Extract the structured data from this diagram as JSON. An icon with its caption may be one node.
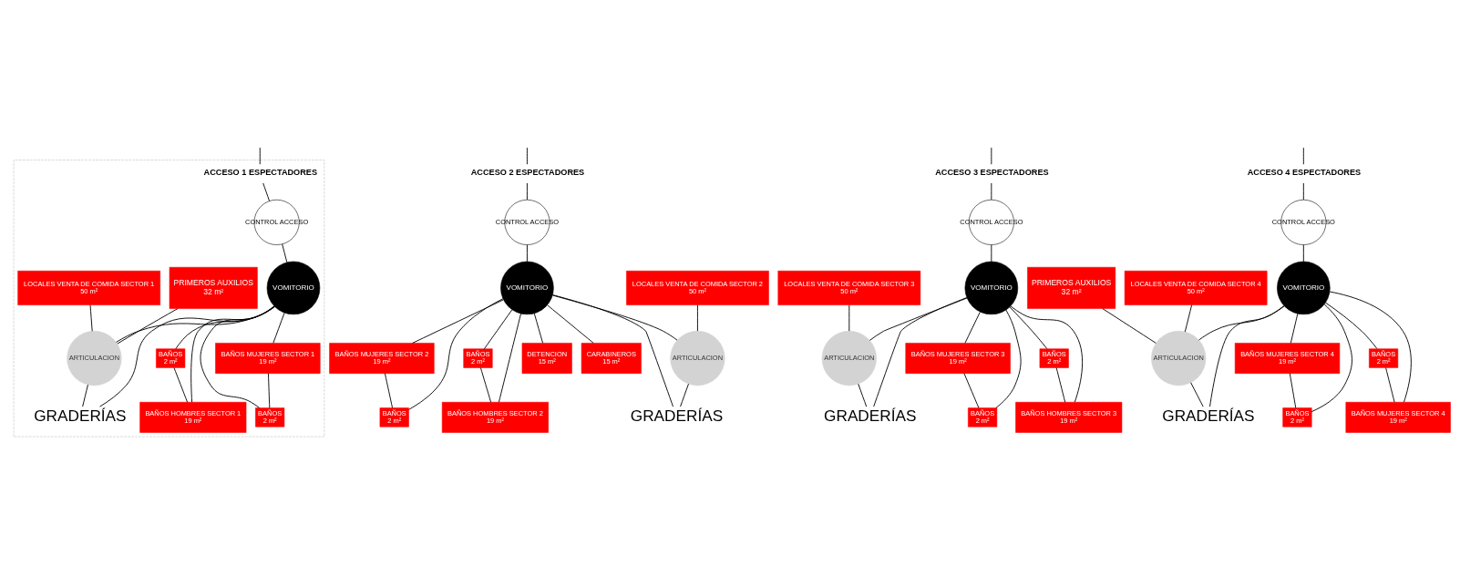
{
  "diagram": {
    "nodes": [
      {
        "text": [],
        "shape": "box"
      },
      {
        "text": [
          "ACCESO 1 ESPECTADORES"
        ],
        "in": 0
      },
      {
        "text": [
          "CONTROL ACCESO"
        ],
        "in": 0
      },
      {
        "text": [
          "PRIMEROS AUXILIOS",
          "32 m²"
        ],
        "in": 0
      },
      {
        "text": [
          "BAÑOS MUJERES SECTOR 1",
          "19 m²"
        ],
        "in": 0
      },
      {
        "text": [
          "BAÑOS",
          "2 m²"
        ],
        "in": 0
      },
      {
        "text": [
          "BAÑOS",
          "2 m²"
        ],
        "in": 0
      },
      {
        "text": [
          "BAÑOS HOMBRES SECTOR 1",
          "19 m²"
        ],
        "in": 0
      },
      {
        "text": [
          "VOMITORIO"
        ],
        "in": 0
      },
      {
        "text": [
          "LOCALES VENTA DE COMIDA SECTOR 1",
          "50 m²"
        ],
        "in": 0
      },
      {
        "text": [
          "ARTICULACION"
        ],
        "in": 0
      },
      {
        "text": [
          "GRADERÍAS"
        ],
        "in": 0
      },
      {
        "text": [
          "ACCESO 2 ESPECTADORES"
        ]
      },
      {
        "text": [
          "CONTROL ACCESO"
        ]
      },
      {
        "text": [
          "BAÑOS MUJERES SECTOR 2",
          "19 m²"
        ]
      },
      {
        "text": [
          "BAÑOS",
          "2 m²"
        ]
      },
      {
        "text": [
          "BAÑOS",
          "2 m²"
        ]
      },
      {
        "text": [
          "BAÑOS HOMBRES SECTOR 2",
          "19 m²"
        ]
      },
      {
        "text": [
          "VOMITORIO"
        ]
      },
      {
        "text": [
          "DETENCION",
          "15 m²"
        ]
      },
      {
        "text": [
          "LOCALES VENTA DE COMIDA SECTOR 2",
          "50 m²"
        ]
      },
      {
        "text": [
          "CARABINEROS",
          "15 m²"
        ]
      },
      {
        "text": [
          "ARTICULACION"
        ]
      },
      {
        "text": [
          "GRADERÍAS"
        ]
      },
      {
        "text": [
          "ACCESO 3 ESPECTADORES"
        ]
      },
      {
        "text": [
          "CONTROL ACCESO"
        ]
      },
      {
        "text": [
          "BAÑOS MUJERES SECTOR 3",
          "19 m²"
        ]
      },
      {
        "text": [
          "BAÑOS",
          "2 m²"
        ]
      },
      {
        "text": [
          "BAÑOS",
          "2 m²"
        ]
      },
      {
        "text": [
          "BAÑOS HOMBRES SECTOR 3",
          "19 m²"
        ]
      },
      {
        "text": [
          "VOMITORIO"
        ]
      },
      {
        "text": [
          "LOCALES VENTA DE COMIDA SECTOR 3",
          "50 m²"
        ]
      },
      {
        "text": [
          "ARTICULACION"
        ]
      },
      {
        "text": [
          "GRADERÍAS"
        ]
      },
      {
        "text": [
          "ACCESO 4 ESPECTADORES"
        ]
      },
      {
        "text": [
          "CONTROL ACCESO"
        ]
      },
      {
        "text": [
          "BAÑOS MUJERES SECTOR 4",
          "19 m²"
        ]
      },
      {
        "text": [
          "BAÑOS",
          "2 m²"
        ]
      },
      {
        "text": [
          "BAÑOS",
          "2 m²"
        ]
      },
      {
        "text": [
          "BAÑOS MUJERES SECTOR 4",
          "19 m²"
        ]
      },
      {
        "text": [
          "PRIMEROS AUXILIOS",
          "32 m²"
        ]
      },
      {
        "text": [
          "VOMITORIO"
        ]
      },
      {
        "text": [
          "LOCALES VENTA DE COMIDA SECTOR 4",
          "50 m²"
        ]
      },
      {
        "text": [
          "ARTICULACION"
        ]
      },
      {
        "text": [
          "GRADERÍAS"
        ]
      }
    ],
    "edges": [
      {
        "from": null,
        "to": 1,
        "arrow": "none"
      },
      {
        "from": null,
        "to": 12,
        "arrow": "none"
      },
      {
        "from": null,
        "to": 24,
        "arrow": "none"
      },
      {
        "from": null,
        "to": 34,
        "arrow": "none"
      },
      {
        "from": 1,
        "to": 2,
        "arrow": "none"
      },
      {
        "from": 2,
        "to": 8,
        "arrow": "none"
      },
      {
        "from": 8,
        "to": 4,
        "arrow": "none"
      },
      {
        "from": 8,
        "to": 5,
        "arrow": "none"
      },
      {
        "from": 8,
        "to": 6,
        "arrow": "none"
      },
      {
        "from": 8,
        "to": 7,
        "arrow": "none"
      },
      {
        "from": 4,
        "to": 5,
        "arrow": "none"
      },
      {
        "from": 6,
        "to": 7,
        "arrow": "none"
      },
      {
        "from": 8,
        "to": 10,
        "arrow": "none"
      },
      {
        "from": 3,
        "to": 10,
        "arrow": "none"
      },
      {
        "from": 9,
        "to": 10,
        "arrow": "none"
      },
      {
        "from": 10,
        "to": 11,
        "arrow": "none"
      },
      {
        "from": 8,
        "to": 11,
        "arrow": "none"
      },
      {
        "from": 12,
        "to": 13,
        "arrow": "none"
      },
      {
        "from": 13,
        "to": 18,
        "arrow": "none"
      },
      {
        "from": 18,
        "to": 14,
        "arrow": "none"
      },
      {
        "from": 18,
        "to": 15,
        "arrow": "none"
      },
      {
        "from": 18,
        "to": 16,
        "arrow": "none"
      },
      {
        "from": 18,
        "to": 17,
        "arrow": "none"
      },
      {
        "from": 14,
        "to": 15,
        "arrow": "none"
      },
      {
        "from": 16,
        "to": 17,
        "arrow": "none"
      },
      {
        "from": 18,
        "to": 19,
        "arrow": "none"
      },
      {
        "from": 18,
        "to": 21,
        "arrow": "none"
      },
      {
        "from": 18,
        "to": 22,
        "arrow": "none"
      },
      {
        "from": 20,
        "to": 22,
        "arrow": "none"
      },
      {
        "from": 22,
        "to": 23,
        "arrow": "none"
      },
      {
        "from": 18,
        "to": 23,
        "arrow": "none"
      },
      {
        "from": 24,
        "to": 25,
        "arrow": "none"
      },
      {
        "from": 25,
        "to": 30,
        "arrow": "none"
      },
      {
        "from": 30,
        "to": 26,
        "arrow": "none"
      },
      {
        "from": 30,
        "to": 27,
        "arrow": "none"
      },
      {
        "from": 30,
        "to": 28,
        "arrow": "none"
      },
      {
        "from": 30,
        "to": 29,
        "arrow": "none"
      },
      {
        "from": 26,
        "to": 27,
        "arrow": "none"
      },
      {
        "from": 28,
        "to": 29,
        "arrow": "none"
      },
      {
        "from": 30,
        "to": 32,
        "arrow": "none"
      },
      {
        "from": 31,
        "to": 32,
        "arrow": "none"
      },
      {
        "from": 32,
        "to": 33,
        "arrow": "none"
      },
      {
        "from": 30,
        "to": 33,
        "arrow": "none"
      },
      {
        "from": 34,
        "to": 35,
        "arrow": "none"
      },
      {
        "from": 35,
        "to": 41,
        "arrow": "none"
      },
      {
        "from": 41,
        "to": 36,
        "arrow": "none"
      },
      {
        "from": 41,
        "to": 37,
        "arrow": "none"
      },
      {
        "from": 41,
        "to": 38,
        "arrow": "none"
      },
      {
        "from": 41,
        "to": 39,
        "arrow": "none"
      },
      {
        "from": 36,
        "to": 37,
        "arrow": "none"
      },
      {
        "from": 38,
        "to": 39,
        "arrow": "none"
      },
      {
        "from": 41,
        "to": 43,
        "arrow": "none"
      },
      {
        "from": 40,
        "to": 43,
        "arrow": "none"
      },
      {
        "from": 42,
        "to": 43,
        "arrow": "none"
      },
      {
        "from": 43,
        "to": 44,
        "arrow": "none"
      },
      {
        "from": 41,
        "to": 44,
        "arrow": "none"
      }
    ]
  }
}
